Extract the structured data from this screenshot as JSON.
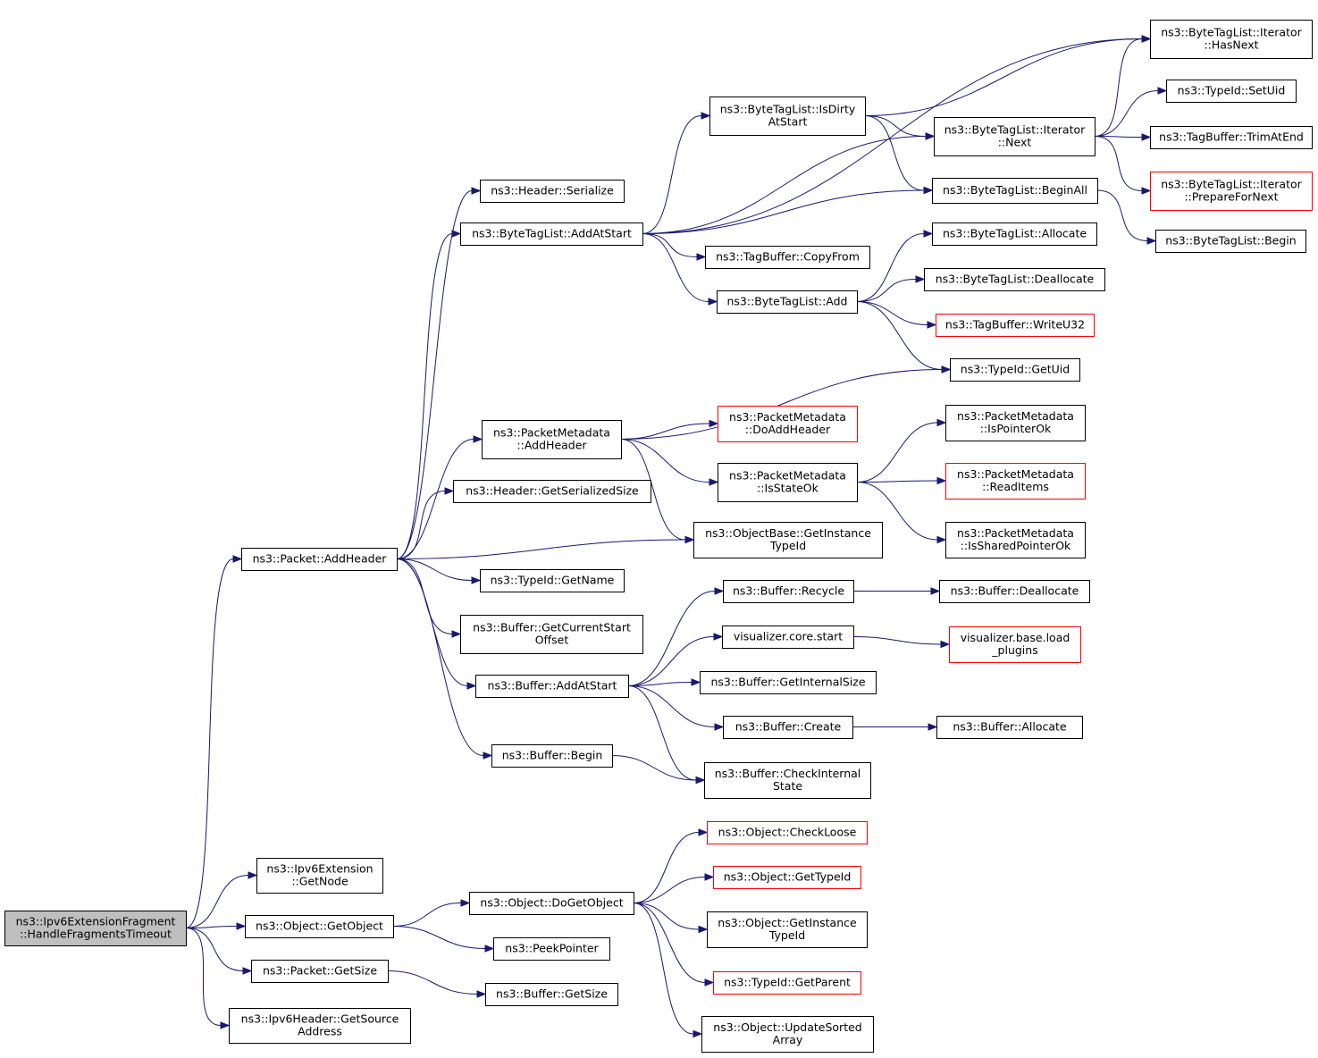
{
  "colors": {
    "edge": "#191970",
    "root_fill": "#bfbfbf",
    "truncated_border": "#ff0000",
    "node_border": "#000000"
  },
  "nodes": [
    {
      "id": "root",
      "lines": [
        "ns3::Ipv6ExtensionFragment",
        "::HandleFragmentsTimeout"
      ],
      "kind": "root"
    },
    {
      "id": "pkt_addheader",
      "lines": [
        "ns3::Packet::AddHeader"
      ]
    },
    {
      "id": "ipv6ext_getnode",
      "lines": [
        "ns3::Ipv6Extension",
        "::GetNode"
      ]
    },
    {
      "id": "obj_getobject",
      "lines": [
        "ns3::Object::GetObject"
      ]
    },
    {
      "id": "pkt_getsize",
      "lines": [
        "ns3::Packet::GetSize"
      ]
    },
    {
      "id": "ipv6hdr_getsrc",
      "lines": [
        "ns3::Ipv6Header::GetSource",
        "Address"
      ]
    },
    {
      "id": "hdr_serialize",
      "lines": [
        "ns3::Header::Serialize"
      ]
    },
    {
      "id": "btl_addatstart",
      "lines": [
        "ns3::ByteTagList::AddAtStart"
      ]
    },
    {
      "id": "pm_addheader",
      "lines": [
        "ns3::PacketMetadata",
        "::AddHeader"
      ]
    },
    {
      "id": "hdr_getsersize",
      "lines": [
        "ns3::Header::GetSerializedSize"
      ]
    },
    {
      "id": "ob_getinsttypeid",
      "lines": [
        "ns3::ObjectBase::GetInstance",
        "TypeId"
      ]
    },
    {
      "id": "tid_getname",
      "lines": [
        "ns3::TypeId::GetName"
      ]
    },
    {
      "id": "buf_getcurstart",
      "lines": [
        "ns3::Buffer::GetCurrentStart",
        "Offset"
      ]
    },
    {
      "id": "buf_addatstart",
      "lines": [
        "ns3::Buffer::AddAtStart"
      ]
    },
    {
      "id": "buf_begin",
      "lines": [
        "ns3::Buffer::Begin"
      ]
    },
    {
      "id": "btl_isdirty",
      "lines": [
        "ns3::ByteTagList::IsDirty",
        "AtStart"
      ]
    },
    {
      "id": "tb_copyfrom",
      "lines": [
        "ns3::TagBuffer::CopyFrom"
      ]
    },
    {
      "id": "btl_add",
      "lines": [
        "ns3::ByteTagList::Add"
      ]
    },
    {
      "id": "btli_hasnext",
      "lines": [
        "ns3::ByteTagList::Iterator",
        "::HasNext"
      ]
    },
    {
      "id": "btli_next",
      "lines": [
        "ns3::ByteTagList::Iterator",
        "::Next"
      ]
    },
    {
      "id": "btl_beginall",
      "lines": [
        "ns3::ByteTagList::BeginAll"
      ]
    },
    {
      "id": "btl_allocate",
      "lines": [
        "ns3::ByteTagList::Allocate"
      ]
    },
    {
      "id": "btl_deallocate",
      "lines": [
        "ns3::ByteTagList::Deallocate"
      ]
    },
    {
      "id": "tb_writeu32",
      "lines": [
        "ns3::TagBuffer::WriteU32"
      ],
      "kind": "trunc"
    },
    {
      "id": "tid_getuid",
      "lines": [
        "ns3::TypeId::GetUid"
      ]
    },
    {
      "id": "tid_setuid",
      "lines": [
        "ns3::TypeId::SetUid"
      ]
    },
    {
      "id": "tb_trimatend",
      "lines": [
        "ns3::TagBuffer::TrimAtEnd"
      ]
    },
    {
      "id": "btli_prepare",
      "lines": [
        "ns3::ByteTagList::Iterator",
        "::PrepareForNext"
      ],
      "kind": "trunc"
    },
    {
      "id": "btl_begin",
      "lines": [
        "ns3::ByteTagList::Begin"
      ]
    },
    {
      "id": "pm_doaddheader",
      "lines": [
        "ns3::PacketMetadata",
        "::DoAddHeader"
      ],
      "kind": "trunc"
    },
    {
      "id": "pm_isstateok",
      "lines": [
        "ns3::PacketMetadata",
        "::IsStateOk"
      ]
    },
    {
      "id": "pm_ispointerok",
      "lines": [
        "ns3::PacketMetadata",
        "::IsPointerOk"
      ]
    },
    {
      "id": "pm_readitems",
      "lines": [
        "ns3::PacketMetadata",
        "::ReadItems"
      ],
      "kind": "trunc"
    },
    {
      "id": "pm_issharedptrok",
      "lines": [
        "ns3::PacketMetadata",
        "::IsSharedPointerOk"
      ]
    },
    {
      "id": "buf_recycle",
      "lines": [
        "ns3::Buffer::Recycle"
      ]
    },
    {
      "id": "vis_core_start",
      "lines": [
        "visualizer.core.start"
      ]
    },
    {
      "id": "buf_getinternalsize",
      "lines": [
        "ns3::Buffer::GetInternalSize"
      ]
    },
    {
      "id": "buf_create",
      "lines": [
        "ns3::Buffer::Create"
      ]
    },
    {
      "id": "buf_checkinternal",
      "lines": [
        "ns3::Buffer::CheckInternal",
        "State"
      ]
    },
    {
      "id": "buf_deallocate",
      "lines": [
        "ns3::Buffer::Deallocate"
      ]
    },
    {
      "id": "vis_base_load",
      "lines": [
        "visualizer.base.load",
        "_plugins"
      ],
      "kind": "trunc"
    },
    {
      "id": "buf_allocate",
      "lines": [
        "ns3::Buffer::Allocate"
      ]
    },
    {
      "id": "obj_dogetobject",
      "lines": [
        "ns3::Object::DoGetObject"
      ]
    },
    {
      "id": "peekpointer",
      "lines": [
        "ns3::PeekPointer"
      ]
    },
    {
      "id": "buf_getsize",
      "lines": [
        "ns3::Buffer::GetSize"
      ]
    },
    {
      "id": "obj_checkloose",
      "lines": [
        "ns3::Object::CheckLoose"
      ],
      "kind": "trunc"
    },
    {
      "id": "obj_gettypeid",
      "lines": [
        "ns3::Object::GetTypeId"
      ],
      "kind": "trunc"
    },
    {
      "id": "obj_getinsttypeid",
      "lines": [
        "ns3::Object::GetInstance",
        "TypeId"
      ]
    },
    {
      "id": "tid_getparent",
      "lines": [
        "ns3::TypeId::GetParent"
      ],
      "kind": "trunc"
    },
    {
      "id": "obj_updatesorted",
      "lines": [
        "ns3::Object::UpdateSorted",
        "Array"
      ]
    }
  ],
  "edges": [
    [
      "root",
      "pkt_addheader"
    ],
    [
      "root",
      "ipv6ext_getnode"
    ],
    [
      "root",
      "obj_getobject"
    ],
    [
      "root",
      "pkt_getsize"
    ],
    [
      "root",
      "ipv6hdr_getsrc"
    ],
    [
      "pkt_addheader",
      "hdr_serialize"
    ],
    [
      "pkt_addheader",
      "btl_addatstart"
    ],
    [
      "pkt_addheader",
      "pm_addheader"
    ],
    [
      "pkt_addheader",
      "hdr_getsersize"
    ],
    [
      "pkt_addheader",
      "ob_getinsttypeid"
    ],
    [
      "pkt_addheader",
      "tid_getname"
    ],
    [
      "pkt_addheader",
      "buf_getcurstart"
    ],
    [
      "pkt_addheader",
      "buf_addatstart"
    ],
    [
      "pkt_addheader",
      "buf_begin"
    ],
    [
      "btl_addatstart",
      "btli_hasnext"
    ],
    [
      "btl_addatstart",
      "btl_isdirty"
    ],
    [
      "btl_addatstart",
      "btli_next"
    ],
    [
      "btl_addatstart",
      "btl_beginall"
    ],
    [
      "btl_addatstart",
      "tb_copyfrom"
    ],
    [
      "btl_addatstart",
      "btl_add"
    ],
    [
      "btl_isdirty",
      "btli_hasnext"
    ],
    [
      "btl_isdirty",
      "btli_next"
    ],
    [
      "btl_isdirty",
      "btl_beginall"
    ],
    [
      "btli_next",
      "btli_hasnext"
    ],
    [
      "btli_next",
      "tid_setuid"
    ],
    [
      "btli_next",
      "tb_trimatend"
    ],
    [
      "btli_next",
      "btli_prepare"
    ],
    [
      "btl_beginall",
      "btl_begin"
    ],
    [
      "btl_add",
      "btl_allocate"
    ],
    [
      "btl_add",
      "btl_deallocate"
    ],
    [
      "btl_add",
      "tb_writeu32"
    ],
    [
      "btl_add",
      "tid_getuid"
    ],
    [
      "pm_addheader",
      "tid_getuid"
    ],
    [
      "pm_addheader",
      "pm_doaddheader"
    ],
    [
      "pm_addheader",
      "pm_isstateok"
    ],
    [
      "pm_addheader",
      "ob_getinsttypeid"
    ],
    [
      "pm_isstateok",
      "pm_ispointerok"
    ],
    [
      "pm_isstateok",
      "pm_readitems"
    ],
    [
      "pm_isstateok",
      "pm_issharedptrok"
    ],
    [
      "buf_addatstart",
      "buf_recycle"
    ],
    [
      "buf_addatstart",
      "vis_core_start"
    ],
    [
      "buf_addatstart",
      "buf_getinternalsize"
    ],
    [
      "buf_addatstart",
      "buf_create"
    ],
    [
      "buf_addatstart",
      "buf_checkinternal"
    ],
    [
      "buf_recycle",
      "buf_deallocate"
    ],
    [
      "vis_core_start",
      "vis_base_load"
    ],
    [
      "buf_create",
      "buf_allocate"
    ],
    [
      "buf_begin",
      "buf_checkinternal"
    ],
    [
      "obj_getobject",
      "obj_dogetobject"
    ],
    [
      "obj_getobject",
      "peekpointer"
    ],
    [
      "pkt_getsize",
      "buf_getsize"
    ],
    [
      "obj_dogetobject",
      "obj_checkloose"
    ],
    [
      "obj_dogetobject",
      "obj_gettypeid"
    ],
    [
      "obj_dogetobject",
      "obj_getinsttypeid"
    ],
    [
      "obj_dogetobject",
      "tid_getparent"
    ],
    [
      "obj_dogetobject",
      "obj_updatesorted"
    ]
  ]
}
